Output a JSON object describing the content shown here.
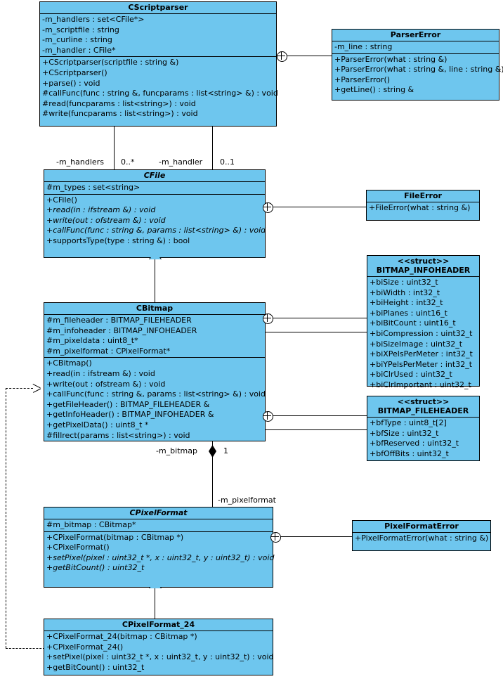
{
  "diagram": {
    "kind": "uml-class-diagram",
    "colors": {
      "class_fill": "#6ec6ee",
      "border": "#000000",
      "background": "#ffffff",
      "text": "#000000"
    },
    "classes": [
      {
        "id": "cscriptparser",
        "name": "CScriptparser",
        "abstract": false,
        "stereotype": "",
        "attributes": [
          "-m_handlers : set<CFile*>",
          "-m_scriptfile : string",
          "-m_curline : string",
          "-m_handler : CFile*"
        ],
        "operations": [
          "+CScriptparser(scriptfile : string &)",
          "+CScriptparser()",
          "+parse() : void",
          "#callFunc(func : string &, funcparams : list<string> &) : void",
          "#read(funcparams : list<string>) : void",
          "#write(funcparams : list<string>) : void"
        ]
      },
      {
        "id": "parsererror",
        "name": "ParserError",
        "abstract": false,
        "stereotype": "",
        "attributes": [
          "-m_line : string"
        ],
        "operations": [
          "+ParserError(what : string &)",
          "+ParserError(what : string &, line : string &)",
          "+ParserError()",
          "+getLine() : string &"
        ]
      },
      {
        "id": "cfile",
        "name": "CFile",
        "abstract": true,
        "stereotype": "",
        "attributes": [
          "#m_types : set<string>"
        ],
        "operations": [
          "+CFile()",
          "+read(in : ifstream &) : void",
          "+write(out : ofstream &) : void",
          "+callFunc(func : string &, params : list<string> &) : void",
          "+supportsType(type : string &) : bool"
        ],
        "operations_italic": [
          false,
          true,
          true,
          true,
          false
        ]
      },
      {
        "id": "fileerror",
        "name": "FileError",
        "abstract": false,
        "stereotype": "",
        "attributes": [],
        "operations": [
          "+FileError(what : string &)"
        ]
      },
      {
        "id": "cbitmap",
        "name": "CBitmap",
        "abstract": false,
        "stereotype": "",
        "attributes": [
          "#m_fileheader : BITMAP_FILEHEADER",
          "#m_infoheader : BITMAP_INFOHEADER",
          "#m_pixeldata : uint8_t*",
          "#m_pixelformat : CPixelFormat*"
        ],
        "operations": [
          "+CBitmap()",
          "+read(in : ifstream &) : void",
          "+write(out : ofstream &) : void",
          "+callFunc(func : string &, params : list<string> &) : void",
          "+getFileHeader() : BITMAP_FILEHEADER &",
          "+getInfoHeader() : BITMAP_INFOHEADER &",
          "+getPixelData() : uint8_t *",
          "#fillrect(params : list<string>) : void"
        ]
      },
      {
        "id": "bitmap_infoheader",
        "name": "BITMAP_INFOHEADER",
        "abstract": false,
        "stereotype": "<<struct>>",
        "attributes": [
          "+biSize : uint32_t",
          "+biWidth : int32_t",
          "+biHeight : int32_t",
          "+biPlanes : uint16_t",
          "+biBitCount : uint16_t",
          "+biCompression : uint32_t",
          "+biSizeImage : uint32_t",
          "+biXPelsPerMeter : int32_t",
          "+biYPelsPerMeter : int32_t",
          "+biClrUsed : uint32_t",
          "+biClrImportant : uint32_t"
        ],
        "operations": []
      },
      {
        "id": "bitmap_fileheader",
        "name": "BITMAP_FILEHEADER",
        "abstract": false,
        "stereotype": "<<struct>>",
        "attributes": [
          "+bfType : uint8_t[2]",
          "+bfSize : uint32_t",
          "+bfReserved : uint32_t",
          "+bfOffBits : uint32_t"
        ],
        "operations": []
      },
      {
        "id": "cpixelformat",
        "name": "CPixelFormat",
        "abstract": true,
        "stereotype": "",
        "attributes": [
          "#m_bitmap : CBitmap*"
        ],
        "operations": [
          "+CPixelFormat(bitmap : CBitmap *)",
          "+CPixelFormat()",
          "+setPixel(pixel : uint32_t *, x : uint32_t, y : uint32_t) : void",
          "+getBitCount() : uint32_t"
        ],
        "operations_italic": [
          false,
          false,
          true,
          true
        ]
      },
      {
        "id": "pixelformaterror",
        "name": "PixelFormatError",
        "abstract": false,
        "stereotype": "",
        "attributes": [],
        "operations": [
          "+PixelFormatError(what : string &)"
        ]
      },
      {
        "id": "cpixelformat24",
        "name": "CPixelFormat_24",
        "abstract": false,
        "stereotype": "",
        "attributes": [],
        "operations": [
          "+CPixelFormat_24(bitmap : CBitmap *)",
          "+CPixelFormat_24()",
          "+setPixel(pixel : uint32_t *, x : uint32_t, y : uint32_t) : void",
          "+getBitCount() : uint32_t"
        ]
      }
    ],
    "edge_labels": {
      "handlers_role": "-m_handlers",
      "handlers_mult": "0..*",
      "handler_role": "-m_handler",
      "handler_mult": "0..1",
      "bitmap_role": "-m_bitmap",
      "bitmap_mult": "1",
      "pixelformat_role": "-m_pixelformat"
    }
  }
}
